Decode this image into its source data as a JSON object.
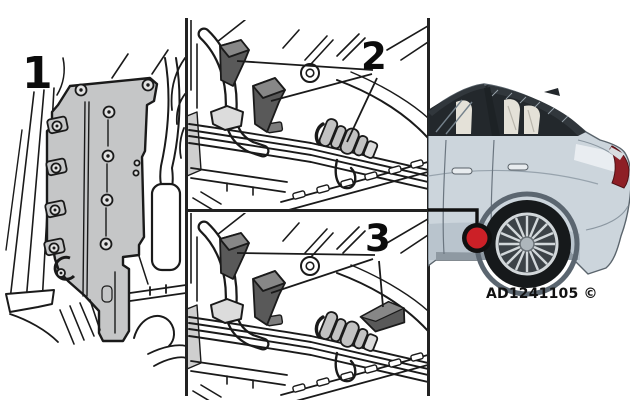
{
  "figure": {
    "type": "automotive-service-illustration",
    "subject": "underbody shield and fuel line quick-connector locations",
    "callouts": [
      {
        "number": "1",
        "target": "underbody-shield-panel"
      },
      {
        "number": "2",
        "target": "fuel-line-foam-spacers-and-connector"
      },
      {
        "number": "3",
        "target": "fuel-line-foam-spacers-and-connector-cover"
      }
    ],
    "watermark": "AD1241105 ©",
    "colors": {
      "ink": "#1a1a1a",
      "divider": "#222222",
      "shield_gray": "#c5c6c7",
      "screw_gray": "#e2e2e2",
      "block_gray": "#595959",
      "block_top": "#878787",
      "connector_gray": "#c2c2c2",
      "fitting_gray": "#dcdcdc",
      "clip_gray": "#7d7d7d",
      "floor_gray": "#cfcfcf",
      "car_body": "#ccd5dc",
      "car_light": "#e9edf1",
      "car_shadow": "#aab7c1",
      "car_dark": "#8e99a2",
      "glass_dark": "#23282c",
      "glass_streak": "#75828c",
      "roof_dark": "#31373c",
      "seat_beige": "#e4e1d8",
      "seat_shade": "#b9b6ac",
      "tail_red": "#8e1f26",
      "tire_black": "#16191b",
      "rim_silver": "#d2d7da",
      "rim_dark": "#3c4247",
      "marker_red": "#cc2027",
      "marker_ring": "#111111"
    }
  }
}
